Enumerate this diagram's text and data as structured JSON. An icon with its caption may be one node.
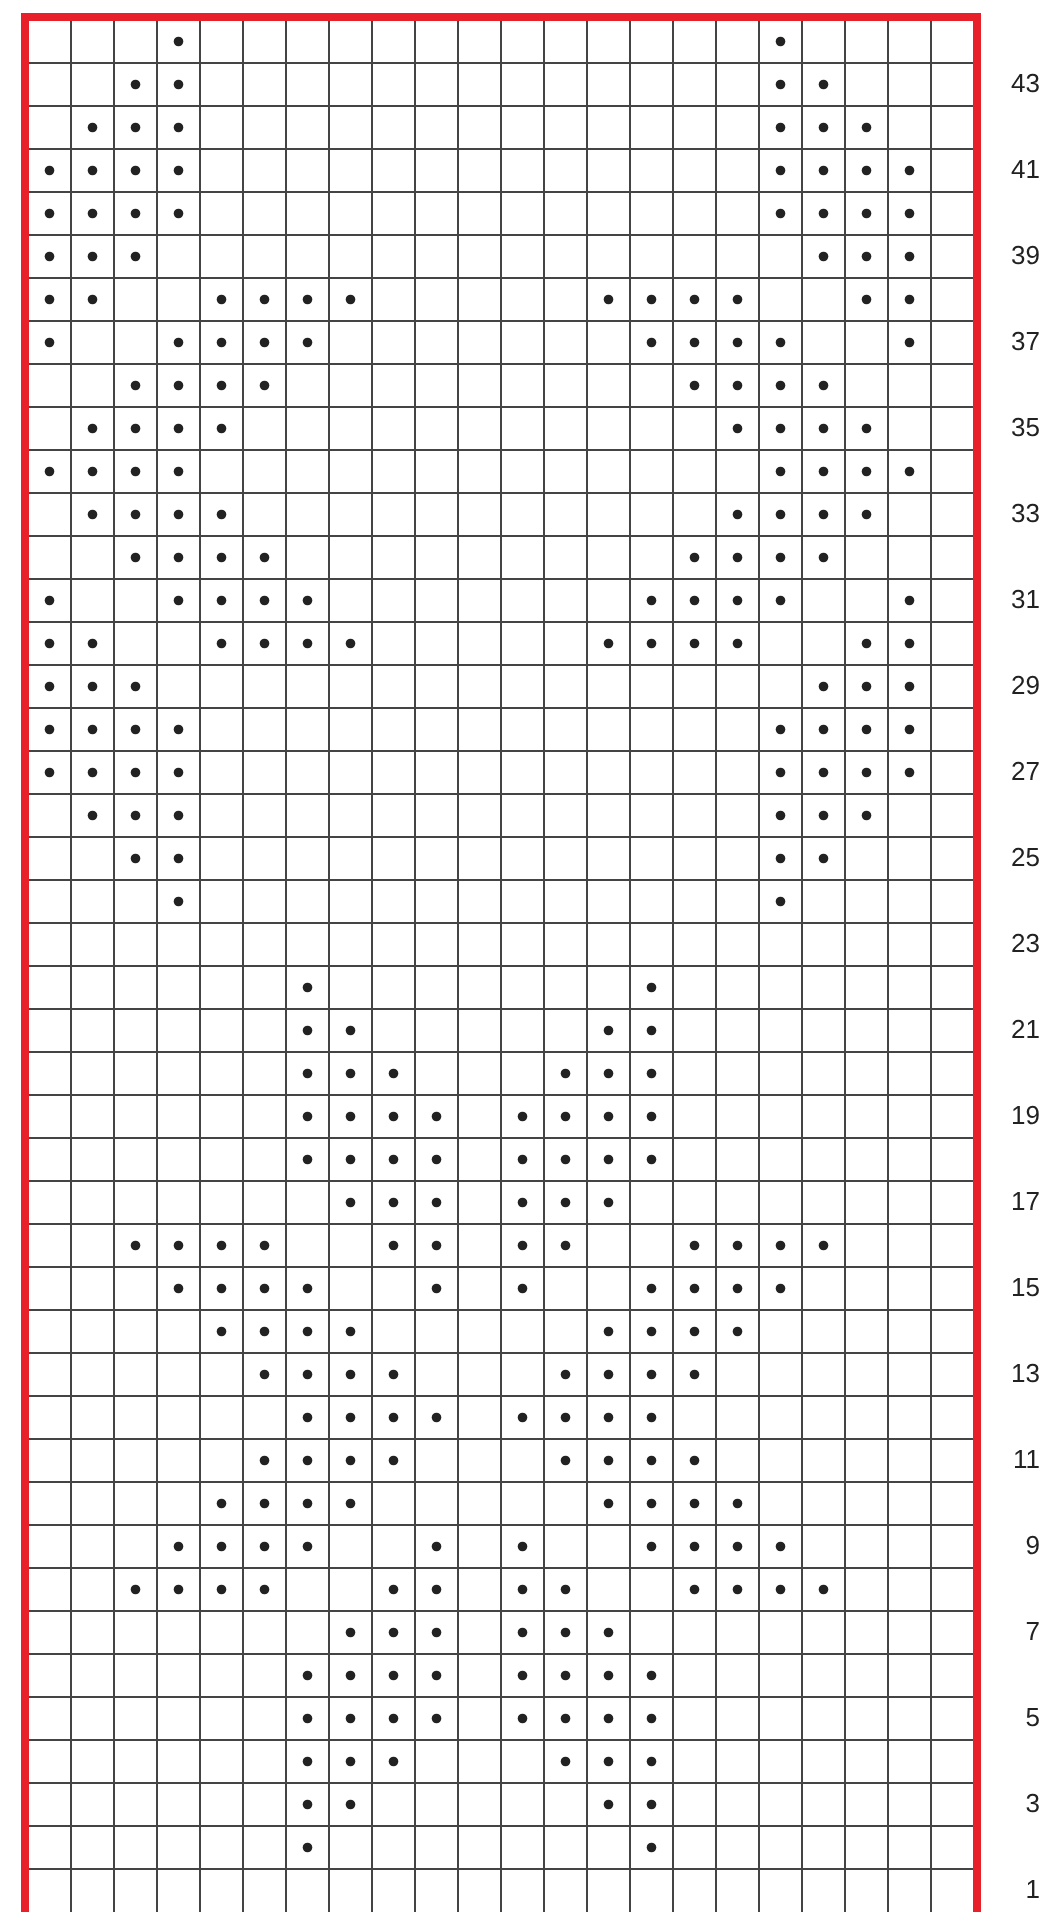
{
  "diagram": {
    "labels": [
      "43",
      "41",
      "39",
      "37",
      "35",
      "33",
      "31",
      "29",
      "27",
      "25",
      "23",
      "21",
      "19",
      "17",
      "15",
      "13",
      "11",
      "9",
      "7",
      "5",
      "3",
      "1"
    ]
  }
}
